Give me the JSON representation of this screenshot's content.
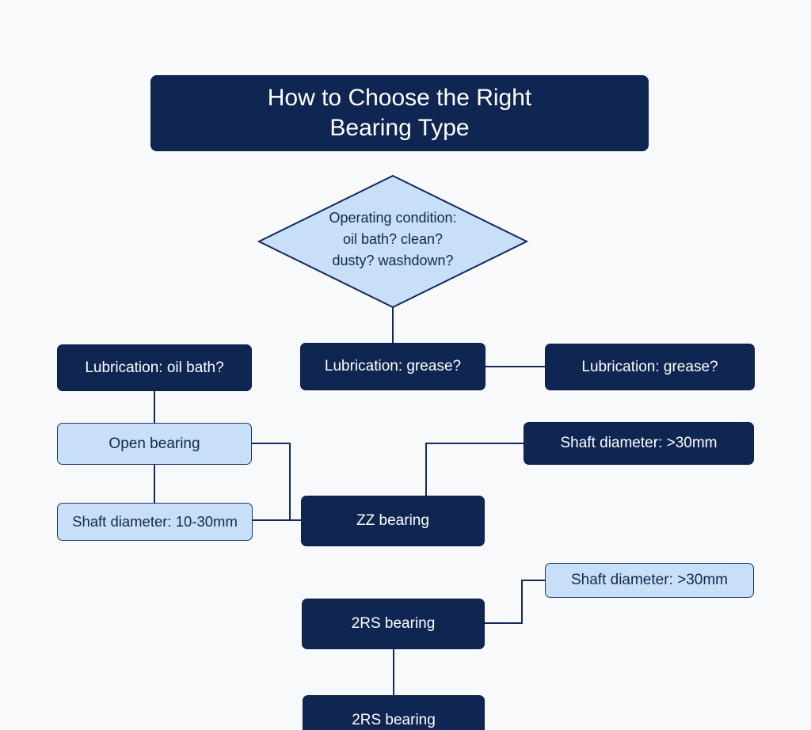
{
  "title": {
    "line1": "How to Choose the Right",
    "line2": "Bearing Type"
  },
  "decision": {
    "line1": "Operating condition:",
    "line2": "oil bath? clean?",
    "line3": "dusty? washdown?"
  },
  "nodes": {
    "lubrication_oil_bath": "Lubrication: oil bath?",
    "lubrication_grease": "Lubrication: grease?",
    "lubrication_other": "Lubrication: grease?",
    "open_bearing": "Open bearing",
    "shaft_10_30": "Shaft diameter: 10-30mm",
    "shaft_gt30_upper": "Shaft diameter:  >30mm",
    "zz_bearing": "ZZ bearing",
    "shaft_gt30_lower": "Shaft diameter: >30mm",
    "rs2_bearing_upper": "2RS bearing",
    "rs2_bearing_lower": "2RS bearing"
  },
  "colors": {
    "dark_box": "#0f2653",
    "light_box": "#c7e0f8",
    "connector": "#14285a",
    "background": "#f8f9fb"
  }
}
